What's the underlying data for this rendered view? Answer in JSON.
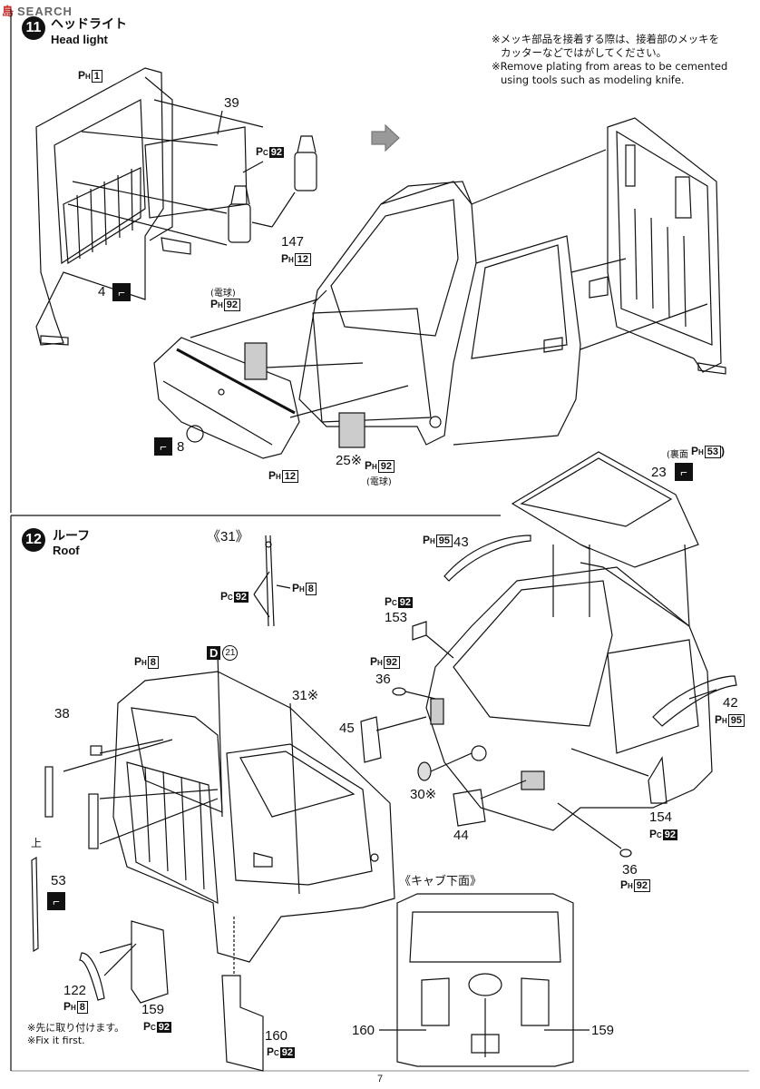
{
  "watermark": {
    "cn": "島",
    "en": "SEARCH"
  },
  "step11": {
    "number": "11",
    "jp": "ヘッドライト",
    "en": "Head light"
  },
  "step12": {
    "number": "12",
    "jp": "ルーフ",
    "en": "Roof"
  },
  "note_top": {
    "jp1": "※メッキ部品を接着する際は、接着部のメッキを",
    "jp2": "カッターなどではがしてください。",
    "en1": "※Remove plating from areas to be cemented",
    "en2": "using tools such as modeling knife."
  },
  "labels": {
    "p39": "39",
    "p147": "147",
    "p4": "4",
    "p8": "8",
    "p25": "25※",
    "p23": "23",
    "p31": "《31》",
    "p31s": "31※",
    "p38": "38",
    "p53": "53",
    "p122": "122",
    "p159a": "159",
    "p160a": "160",
    "p43": "43",
    "p153": "153",
    "p36a": "36",
    "p45": "45",
    "p30": "30※",
    "p44": "44",
    "p42": "42",
    "p154": "154",
    "p36b": "36",
    "p160b": "160",
    "p159b": "159",
    "bulb1": "(電球)",
    "bulb2": "(電球)",
    "back": "(裏面",
    "up": "上",
    "cab_under": "《キャブ下面》",
    "fix_jp": "※先に取り付けます。",
    "fix_en": "※Fix it first."
  },
  "codes": {
    "ph1": "1",
    "pc92": "92",
    "ph12": "12",
    "ph92": "92",
    "ph53": "53",
    "ph8": "8",
    "ph95": "95",
    "d21": "21"
  },
  "page_number": "7"
}
